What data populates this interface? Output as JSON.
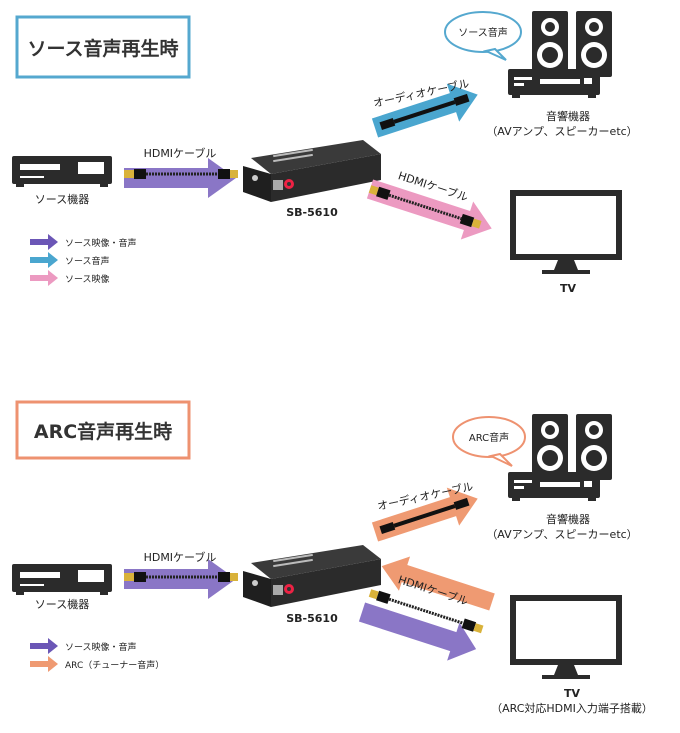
{
  "colors": {
    "purple": "#8a76c6",
    "blue": "#4aa6cf",
    "pink": "#ec9ac1",
    "orange": "#ef9a72",
    "box_blue": "#55a8cf",
    "box_orange": "#ee9270",
    "device": "#2b2b2b"
  },
  "panel1": {
    "title": "ソース音声再生時",
    "source_label": "ソース機器",
    "hdmi_in_label": "HDMIケーブル",
    "device_label": "SB-5610",
    "optical_label": "オーディオケーブル",
    "hdmi_out_label": "HDMIケーブル",
    "bubble": "ソース音声",
    "audio_device_label": "音響機器",
    "audio_device_sub": "（AVアンプ、スピーカーetc）",
    "tv_label": "TV",
    "legend": [
      {
        "label": "ソース映像・音声",
        "color": "purple",
        "icon": "purple-arrow-icon"
      },
      {
        "label": "ソース音声",
        "color": "blue",
        "icon": "blue-arrow-icon"
      },
      {
        "label": "ソース映像",
        "color": "pink",
        "icon": "pink-arrow-icon"
      }
    ]
  },
  "panel2": {
    "title": "ARC音声再生時",
    "source_label": "ソース機器",
    "hdmi_in_label": "HDMIケーブル",
    "device_label": "SB-5610",
    "optical_label": "オーディオケーブル",
    "hdmi_out_label": "HDMIケーブル",
    "bubble": "ARC音声",
    "audio_device_label": "音響機器",
    "audio_device_sub": "（AVアンプ、スピーカーetc）",
    "tv_label": "TV",
    "tv_sub": "（ARC対応HDMI入力端子搭載）",
    "legend": [
      {
        "label": "ソース映像・音声",
        "color": "purple",
        "icon": "purple-arrow-icon"
      },
      {
        "label": "ARC（チューナー音声）",
        "color": "orange",
        "icon": "orange-arrow-icon"
      }
    ]
  }
}
